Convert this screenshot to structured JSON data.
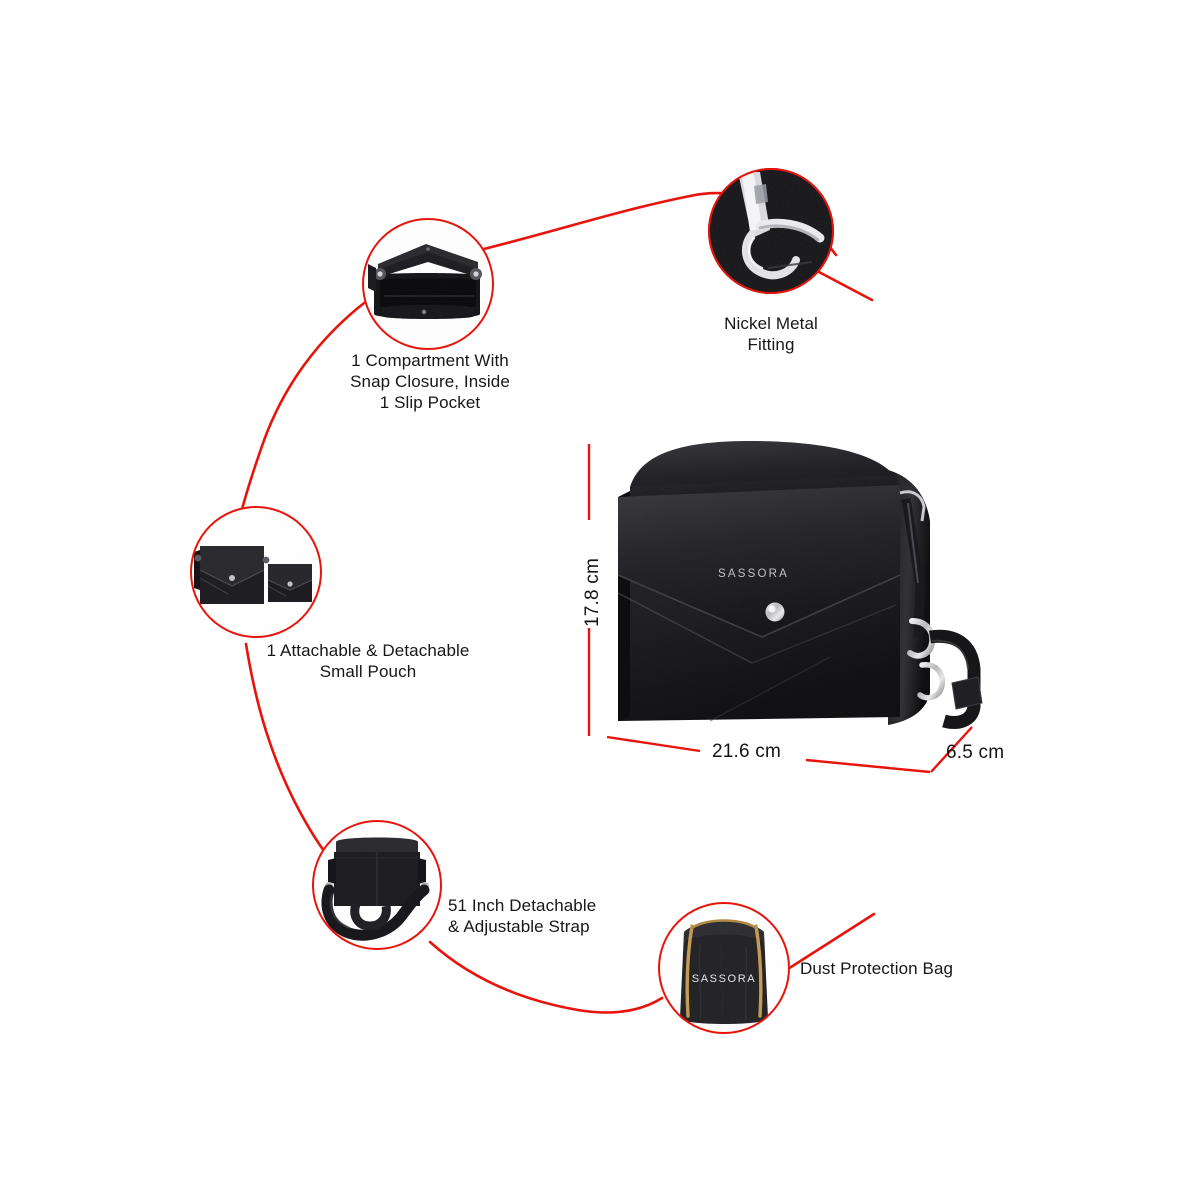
{
  "page": {
    "background": "#ffffff",
    "accent_red": "#E8140C",
    "text_color": "#171717",
    "brand": "SASSORA"
  },
  "callouts": [
    {
      "id": "compartment",
      "name": "compartment-snap-closure",
      "label": "1 Compartment With\nSnap Closure, Inside\n1 Slip Pocket",
      "art": "open-bag-interior-top-view"
    },
    {
      "id": "nickel",
      "name": "nickel-metal-fitting",
      "label": "Nickel Metal\nFitting",
      "art": "chrome-clasp-closeup"
    },
    {
      "id": "pouch",
      "name": "attachable-detachable-pouch",
      "label": "1 Attachable & Detachable\nSmall Pouch",
      "art": "bag-with-small-pouch"
    },
    {
      "id": "strap",
      "name": "detachable-adjustable-strap",
      "label": "51 Inch Detachable\n& Adjustable Strap",
      "art": "bag-rear-with-strap"
    },
    {
      "id": "dustbag",
      "name": "dust-protection-bag",
      "label": "Dust Protection Bag",
      "art": "drawstring-dust-bag",
      "brand_on_bag": "SASSORA"
    }
  ],
  "product": {
    "name": "sassora-envelope-crossbody-bag",
    "brand_emboss": "SASSORA",
    "dimensions": {
      "height": "17.8 cm",
      "width": "21.6 cm",
      "depth": "6.5 cm"
    }
  }
}
